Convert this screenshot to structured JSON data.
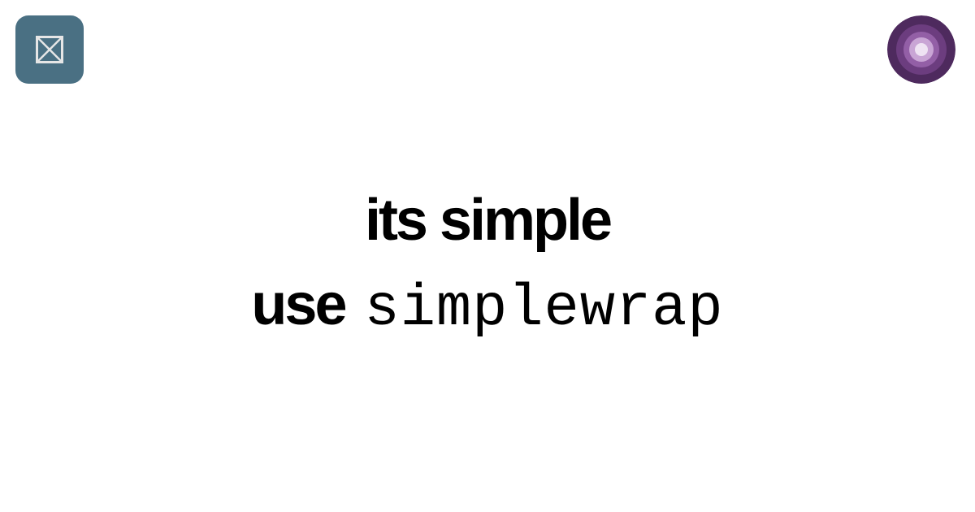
{
  "header": {
    "left_logo_icon": "image-placeholder-icon",
    "right_logo_icon": "concentric-circles-icon"
  },
  "headline": {
    "line1": "its simple",
    "line2_prefix": "use",
    "line2_code": "simplewrap"
  },
  "colors": {
    "background": "#ffffff",
    "text": "#000000",
    "left_logo_bg": "#4a7083",
    "left_logo_glyph": "#e6e6e6",
    "right_logo_outer": "#4e2a5e",
    "right_logo_ring2": "#6c3d7f",
    "right_logo_ring3": "#935fa6",
    "right_logo_ring4": "#c9a5d5",
    "right_logo_center": "#efe3f3"
  }
}
